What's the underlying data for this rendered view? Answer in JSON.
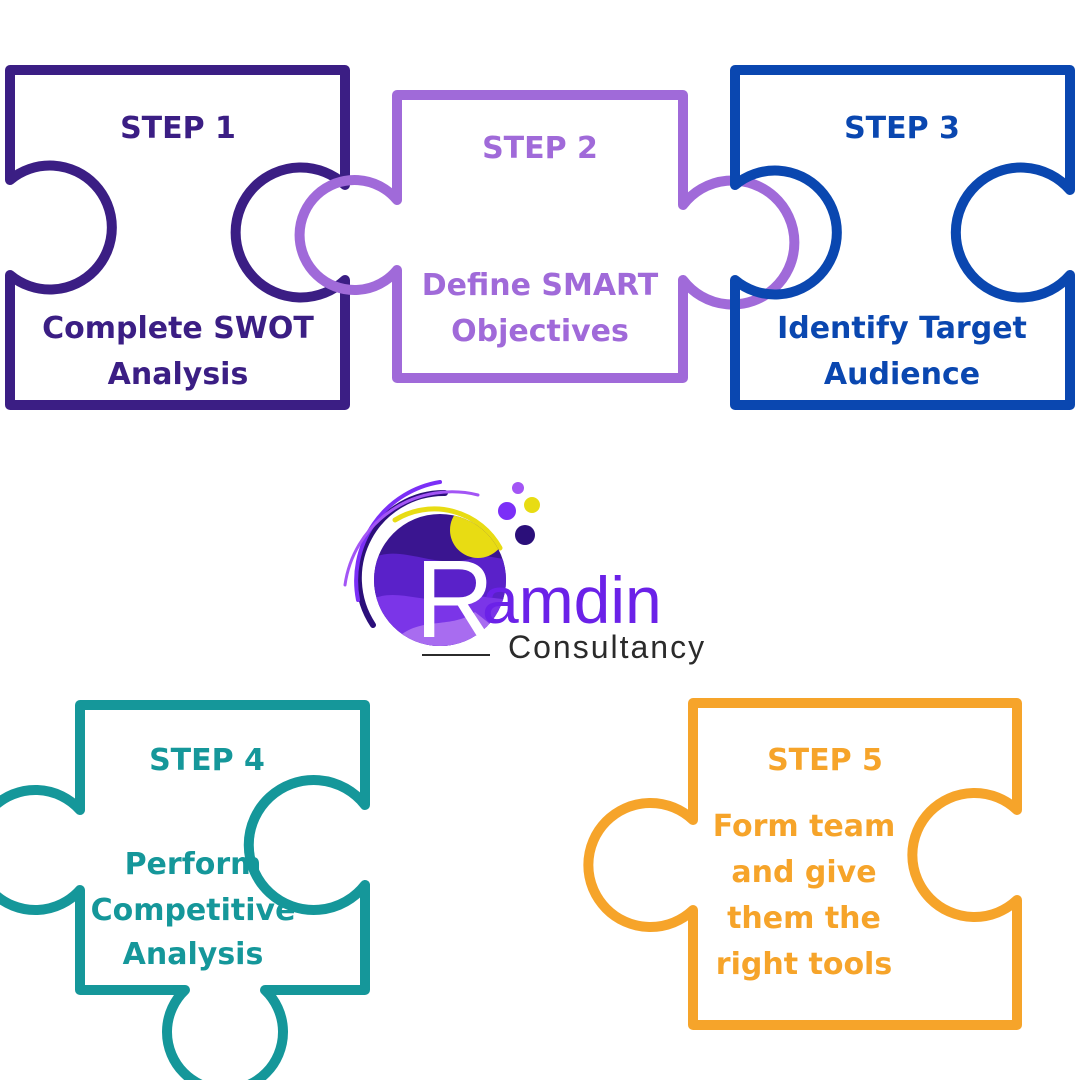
{
  "colors": {
    "step1": "#3b1e84",
    "step2": "#a06ad9",
    "step3": "#0a47b0",
    "step4": "#15979a",
    "step5": "#f6a42a",
    "brand_purple": "#6b21e8",
    "brand_yellow": "#e8dc13",
    "brand_dark": "#2b0f7a"
  },
  "steps": [
    {
      "label": "STEP 1",
      "lines": [
        "Complete SWOT",
        "Analysis"
      ]
    },
    {
      "label": "STEP 2",
      "lines": [
        "Define SMART",
        "Objectives"
      ]
    },
    {
      "label": "STEP 3",
      "lines": [
        "Identify Target",
        "Audience"
      ]
    },
    {
      "label": "STEP 4",
      "lines": [
        "Perform",
        "Competitive",
        "Analysis"
      ]
    },
    {
      "label": "STEP 5",
      "lines": [
        "Form team",
        "and give",
        "them the",
        "right tools"
      ]
    }
  ],
  "logo": {
    "brand_initial": "R",
    "brand_rest": "amdin",
    "brand_sub": "Consultancy",
    "icons": [
      "orbit-arcs-icon",
      "dots-icon"
    ]
  }
}
